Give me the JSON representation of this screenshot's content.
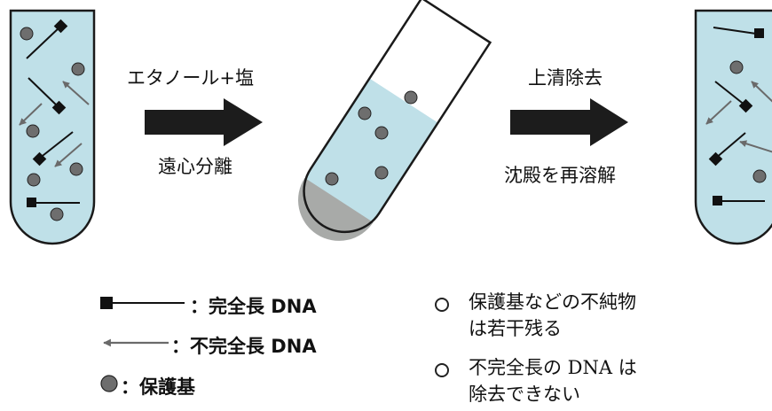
{
  "steps": {
    "step1_top": "エタノール+塩",
    "step1_bottom": "遠心分離",
    "step2_top": "上清除去",
    "step2_bottom": "沈殿を再溶解"
  },
  "legend": {
    "full_length": "：完全長 DNA",
    "incomplete": "：不完全長 DNA",
    "protecting_group": "：保護基"
  },
  "notes": [
    {
      "line1": "保護基などの不純物",
      "line2": "は若干残る"
    },
    {
      "line1": "不完全長の DNA は",
      "line2": "除去できない"
    }
  ],
  "colors": {
    "liquid": "#bfe0e8",
    "tube_outline": "#1a1a1a",
    "pellet": "#a8aaa8",
    "particle": "#6e6e6e",
    "incomplete_arrow": "#6a6a6a",
    "process_arrow": "#1c1c1c"
  }
}
